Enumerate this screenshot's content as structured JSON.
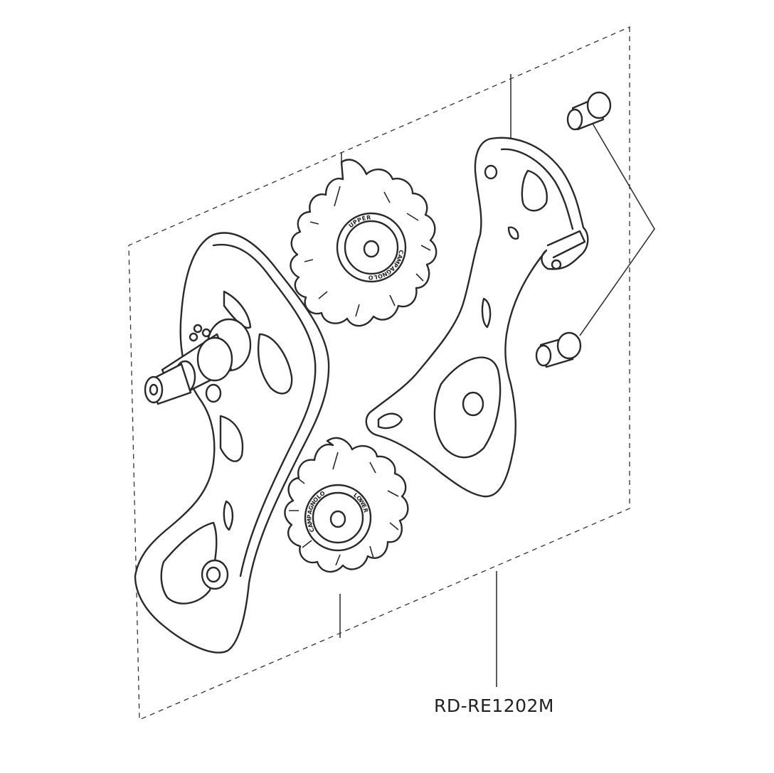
{
  "diagram": {
    "part_number": "RD-RE1202M",
    "upper_pulley_text": [
      "UPPER",
      "CAMPAGNOLO"
    ],
    "lower_pulley_text": [
      "LOWER",
      "CAMPAGNOLO"
    ]
  }
}
